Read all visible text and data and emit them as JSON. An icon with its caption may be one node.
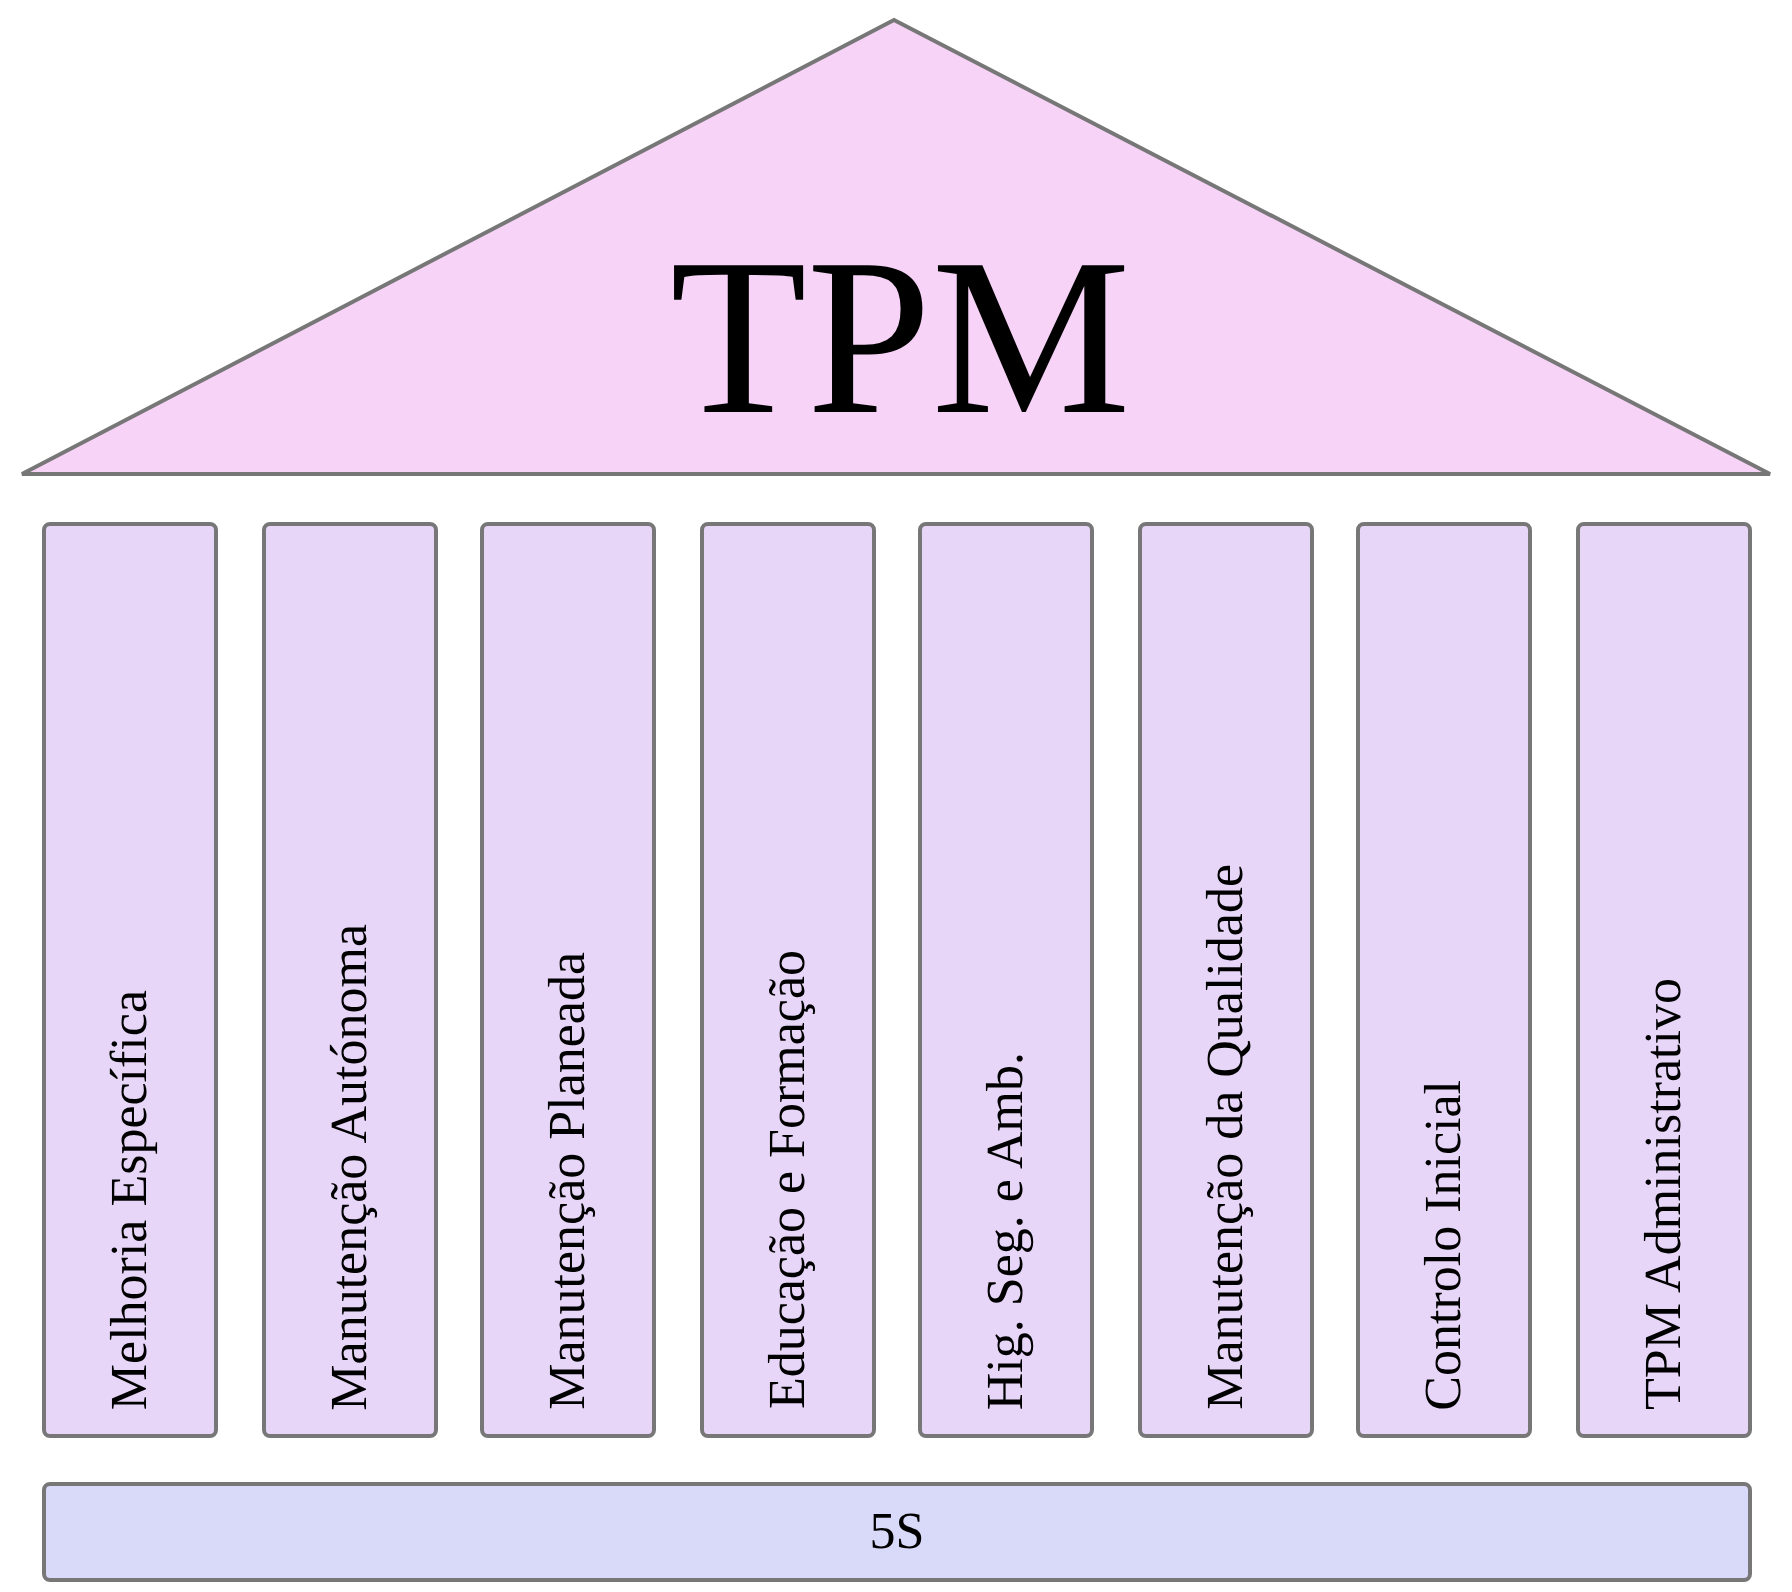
{
  "diagram": {
    "nodes": [
      {
        "text": [
          "TPM"
        ]
      },
      {
        "text": [
          "Melhoria Específica"
        ]
      },
      {
        "text": [
          "Manutenção Autónoma"
        ]
      },
      {
        "text": [
          "Manutenção Planeada"
        ]
      },
      {
        "text": [
          "Educação e Formação"
        ]
      },
      {
        "text": [
          "Hig. Seg. e Amb."
        ]
      },
      {
        "text": [
          "Manutenção da Qualidade"
        ]
      },
      {
        "text": [
          "Controlo Inicial"
        ]
      },
      {
        "text": [
          "TPM Administrativo"
        ]
      },
      {
        "text": [
          "5S"
        ]
      }
    ]
  }
}
